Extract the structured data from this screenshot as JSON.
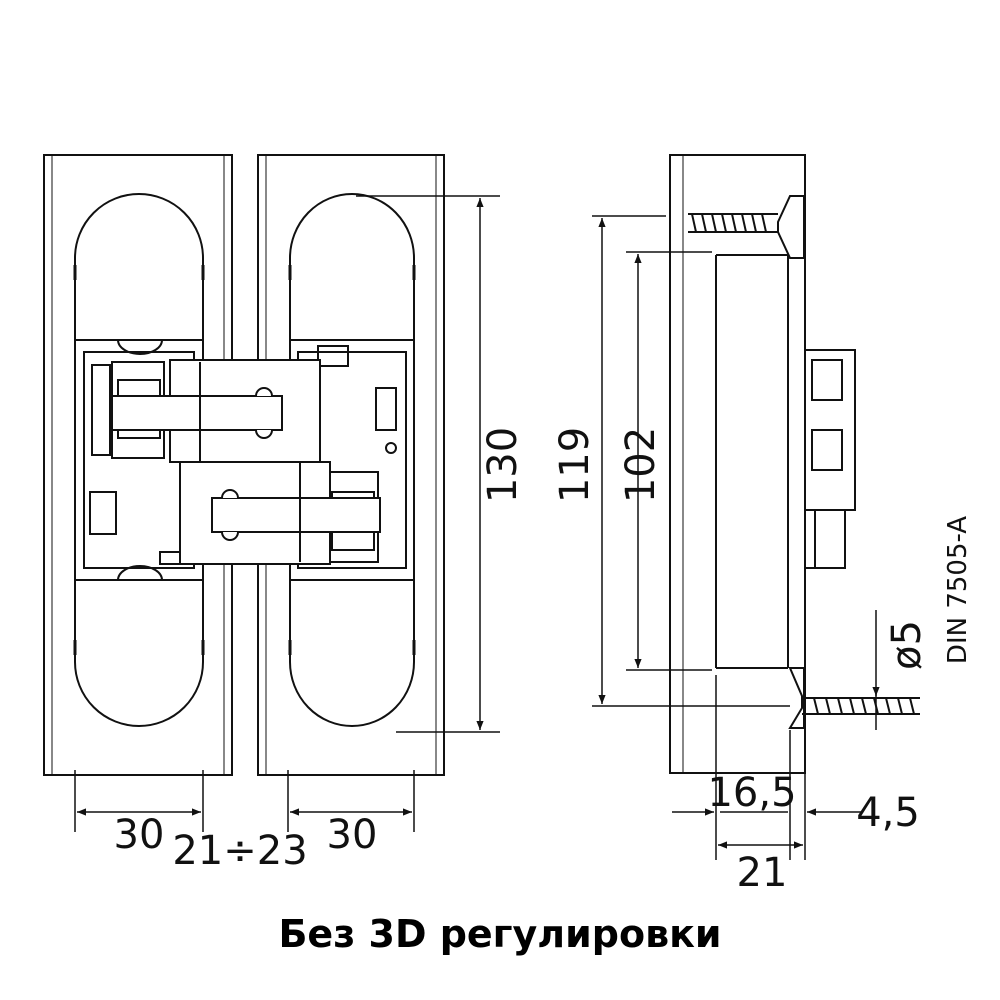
{
  "dimensions": {
    "leaf_width_left": "30",
    "gap": "21÷23",
    "leaf_width_right": "30",
    "body_length": "130",
    "screw_spacing": "119",
    "inner_length": "102",
    "depth_main": "16,5",
    "depth_flange": "4,5",
    "depth_total": "21",
    "screw_diameter": "ø5",
    "screw_standard": "DIN 7505-A"
  },
  "caption": "Без 3D регулировки",
  "colors": {
    "line": "#111111",
    "background": "#ffffff"
  }
}
